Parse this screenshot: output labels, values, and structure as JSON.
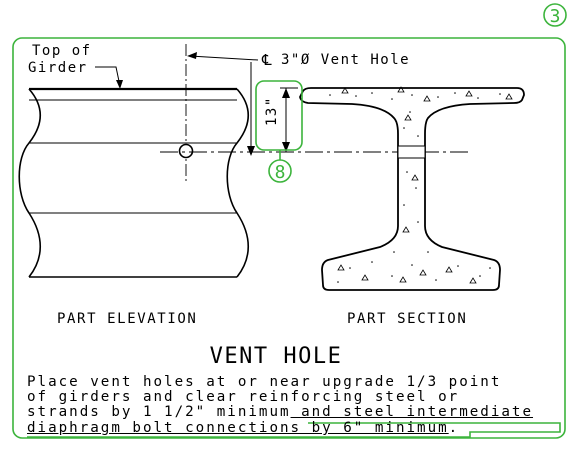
{
  "sheet": {
    "callout_number": "3",
    "accent_color": "#3cb43c",
    "line_color": "#000000"
  },
  "labels": {
    "top_of_girder_line1": "Top of",
    "top_of_girder_line2": "Girder",
    "centerline_symbol": "℄",
    "vent_hole_callout": "3\"Ø Vent Hole",
    "dimension": "13\"",
    "reference_bubble": "8",
    "part_elevation": "PART ELEVATION",
    "part_section": "PART SECTION",
    "title": "VENT HOLE"
  },
  "note": {
    "line1": "Place vent holes at or near upgrade 1/3 point",
    "line2": "of girders and clear reinforcing steel or",
    "line3_a": "strands by 1 1/2\" minimum",
    "line3_b": " and steel intermediate",
    "line4_a": "diaphragm bolt connections by 6\" minimum",
    "line4_b": "."
  }
}
